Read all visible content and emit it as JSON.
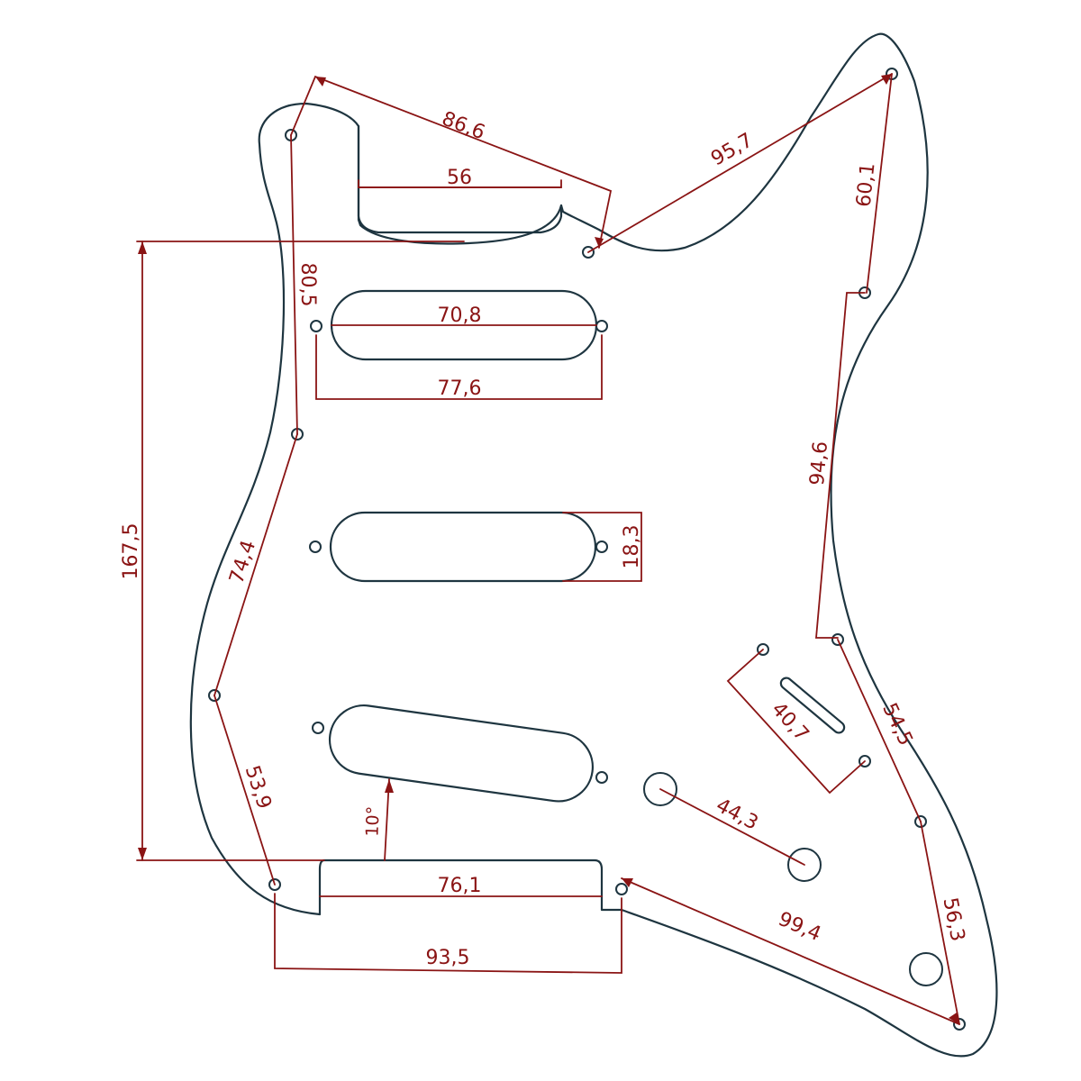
{
  "labels": {
    "mount_86_6": "86,6",
    "neck_pocket_56": "56",
    "mount_95_7": "95,7",
    "mount_60_1": "60,1",
    "mount_80_5": "80,5",
    "pickup_70_8": "70,8",
    "pickup_77_6": "77,6",
    "height_167_5": "167,5",
    "mount_94_6": "94,6",
    "mount_74_4": "74,4",
    "pickup_18_3": "18,3",
    "switch_40_7": "40,7",
    "mount_54_5": "54,5",
    "mount_53_9": "53,9",
    "angle_10": "10°",
    "pot_44_3": "44,3",
    "cutout_76_1": "76,1",
    "mount_56_3": "56,3",
    "mount_99_4": "99,4",
    "bottom_93_5": "93,5"
  },
  "colors": {
    "outline": "#1e3540",
    "dimension": "#8a1414",
    "background": "#ffffff"
  }
}
